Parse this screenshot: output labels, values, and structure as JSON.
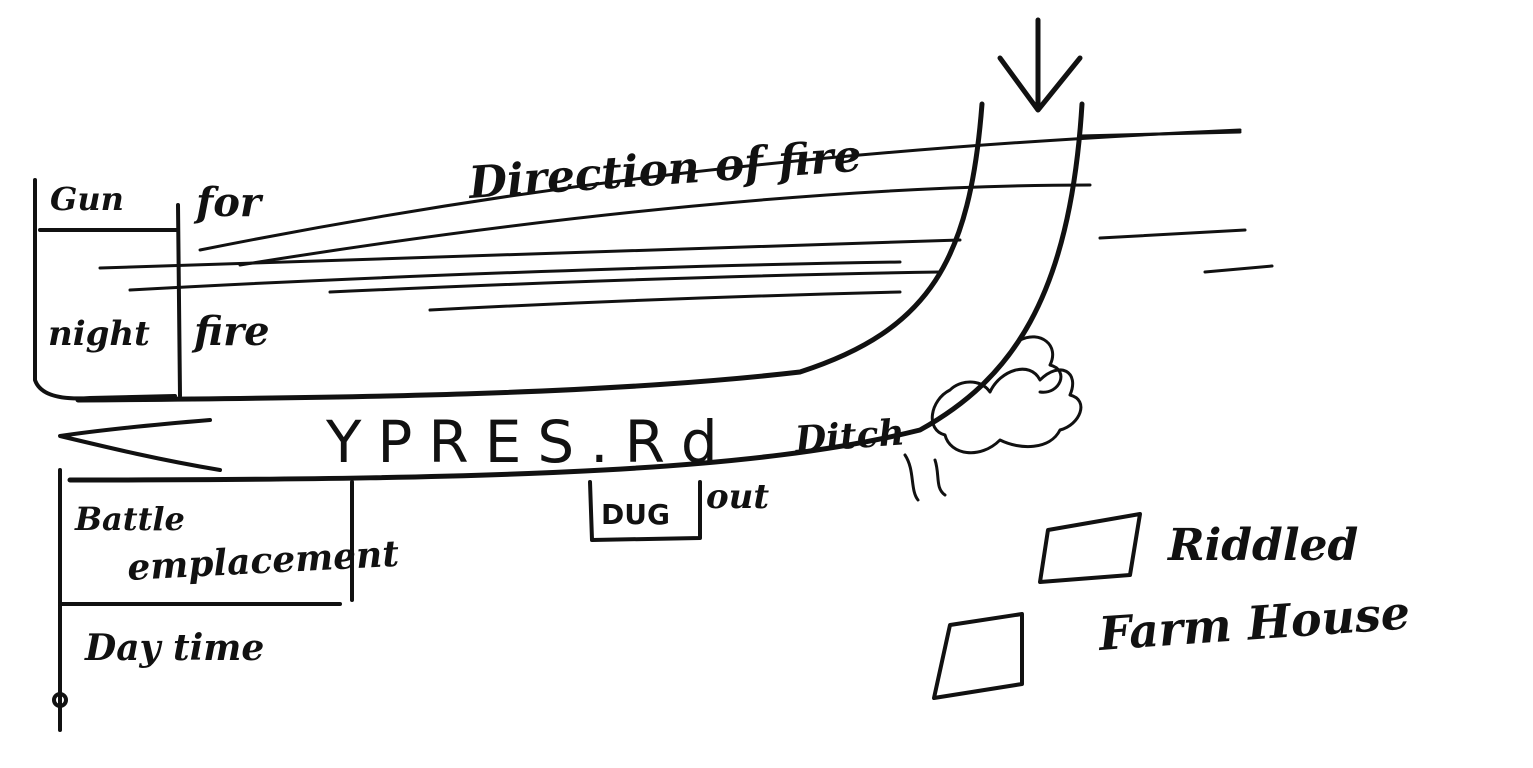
{
  "labels": {
    "direction": "Direction of fire",
    "gun": "Gun",
    "for": "for",
    "night": "night",
    "fire": "fire",
    "road": "YPRES.Rd",
    "ditch": "Ditch",
    "dug": "DUG",
    "out": "out",
    "battle": "Battle",
    "emplacement": "emplacement",
    "daytime": "Day time",
    "riddled": "Riddled",
    "farmhouse": "Farm House"
  },
  "colors": {
    "ink": "#111111",
    "paper": "#ffffff"
  },
  "icons": {
    "arrow_down": "arrow-down-icon",
    "arrow_left": "arrow-left-icon"
  }
}
